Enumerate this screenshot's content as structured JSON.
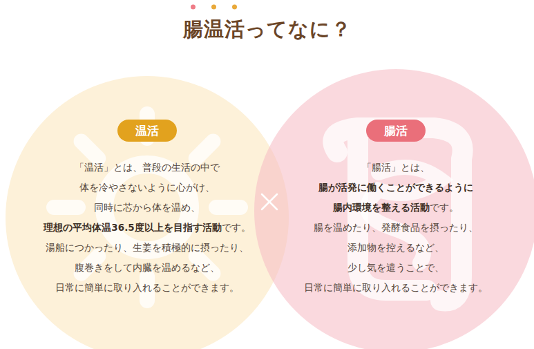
{
  "diagram": {
    "title": "腸温活ってなに？",
    "nodes": [
      {
        "text": [
          "「温活」とは、普段の生活の中で 体を冷やさないように心がけ、 同時に芯から体を温め、",
          "理想の平均体温36.5度以上を目指す活動",
          "です。 湯船につかったり、生姜を積極的に摂ったり、 腹巻きをして内臓を温めるなど、 日常に簡単に取り入れることができます。"
        ]
      },
      {
        "text": [
          "温活"
        ],
        "in": 0
      },
      {
        "text": [
          "「腸活」とは、",
          "腸が活発に働くことができるように 腸内環境を整える活動",
          "です。 腸を温めたり、発酵食品を摂ったり、 添加物を控えるなど、 少し気を遣うことで、 日常に簡単に取り入れることができます。"
        ]
      },
      {
        "text": [
          "腸活"
        ],
        "in": 2
      }
    ]
  }
}
